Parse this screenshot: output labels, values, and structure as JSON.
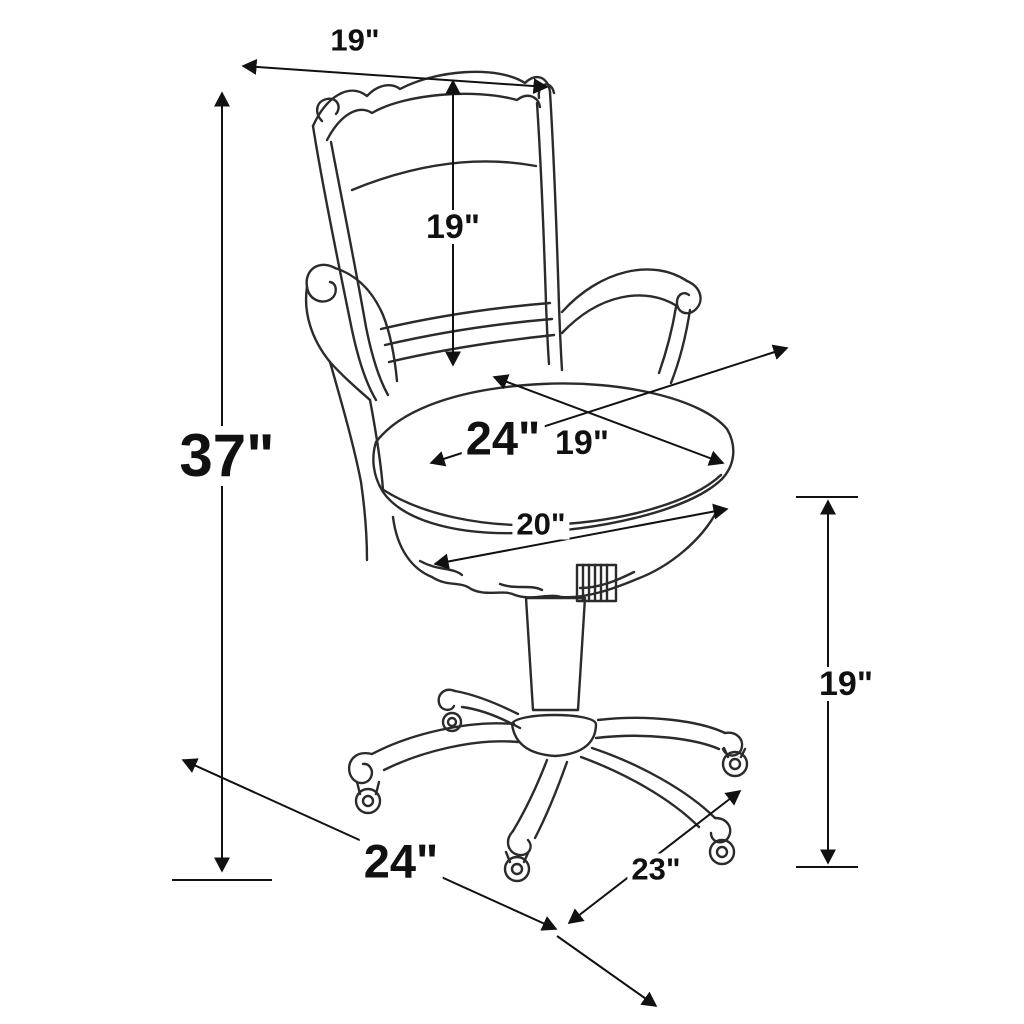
{
  "figure": {
    "type": "dimension-diagram",
    "subject": "swivel rolling chair line drawing",
    "units": "inches"
  },
  "labels": {
    "back_top_width": "19\"",
    "back_height": "19\"",
    "overall_height": "37\"",
    "seat_diagonal_width": "24\"",
    "seat_depth": "19\"",
    "seat_front_width": "20\"",
    "seat_to_floor_height": "19\"",
    "base_width": "24\"",
    "base_depth": "23\""
  }
}
